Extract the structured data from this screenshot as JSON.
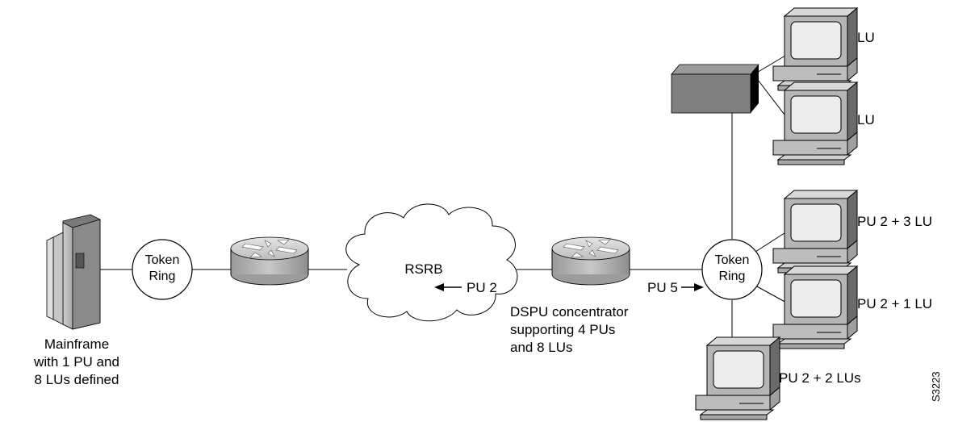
{
  "labels": {
    "token_ring_left_1": "Token",
    "token_ring_left_2": "Ring",
    "token_ring_right_1": "Token",
    "token_ring_right_2": "Ring",
    "rsrb": "RSRB",
    "pu2_arrow": "PU 2",
    "pu5_arrow": "PU 5",
    "mainframe_1": "Mainframe",
    "mainframe_2": "with 1 PU and",
    "mainframe_3": "8 LUs defined",
    "dspu_1": "DSPU concentrator",
    "dspu_2": "supporting 4 PUs",
    "dspu_3": "and 8 LUs",
    "lu_top": "LU",
    "lu_second": "LU",
    "pu2_3lu": "PU 2 + 3 LU",
    "pu2_1lu": "PU 2 + 1 LU",
    "pu2_2lus": "PU 2 + 2 LUs",
    "figure_id": "S3223"
  }
}
